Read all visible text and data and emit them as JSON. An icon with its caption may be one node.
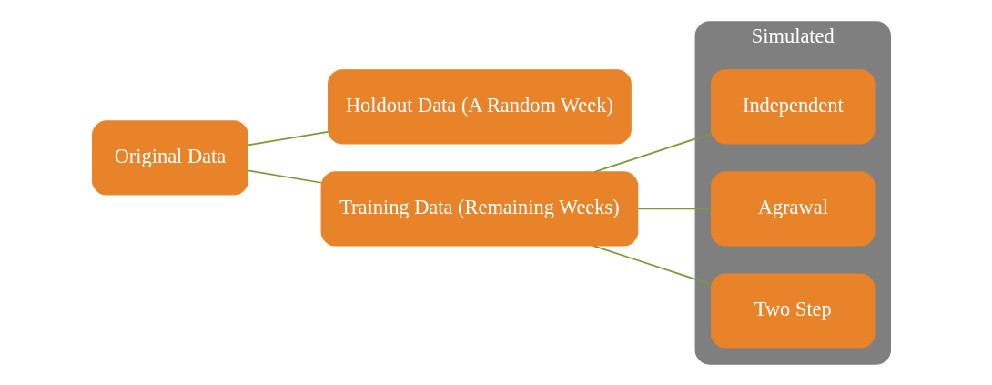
{
  "diagram": {
    "nodes": [
      {
        "text": [
          "Original Data"
        ]
      },
      {
        "text": [
          "Holdout Data (A Random Week)"
        ]
      },
      {
        "text": [
          "Training Data (Remaining Weeks)"
        ]
      },
      {
        "text": [
          "Simulated"
        ]
      },
      {
        "text": [
          "Independent"
        ],
        "in": 3
      },
      {
        "text": [
          "Agrawal"
        ],
        "in": 3
      },
      {
        "text": [
          "Two Step"
        ],
        "in": 3
      }
    ],
    "edges": [
      {
        "from": 0,
        "to": 1,
        "arrow": "none"
      },
      {
        "from": 0,
        "to": 2,
        "arrow": "none"
      },
      {
        "from": 2,
        "to": 4,
        "arrow": "none"
      },
      {
        "from": 2,
        "to": 5,
        "arrow": "none"
      },
      {
        "from": 2,
        "to": 6,
        "arrow": "none"
      }
    ]
  }
}
